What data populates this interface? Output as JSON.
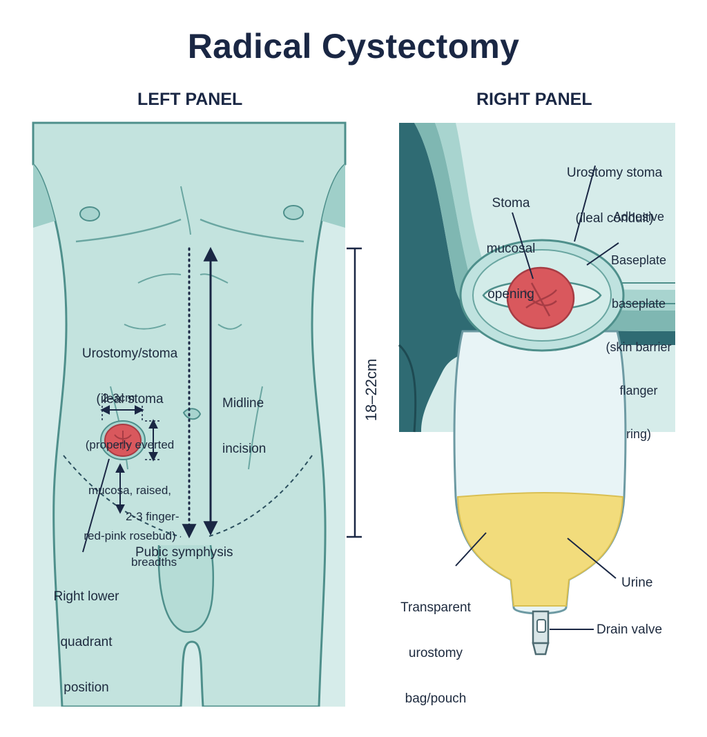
{
  "title": "Radical Cystectomy",
  "left_panel": {
    "heading": "LEFT PANEL",
    "stoma_label": [
      "Urostomy/stoma",
      "(ileal stoma",
      "(properly everted",
      "mucosa, raised,",
      "red-pink rosebud)"
    ],
    "stoma_size": "2-3cm",
    "midline_label": [
      "Midline",
      "incision"
    ],
    "finger_label": [
      "2-3 finger-",
      "breadths"
    ],
    "pubic_label": "Pubic symphysis",
    "quadrant_label": [
      "Right lower",
      "quadrant",
      "position"
    ],
    "incision_length": "18–22cm"
  },
  "right_panel": {
    "heading": "RIGHT PANEL",
    "stoma_label": [
      "Urostomy stoma",
      "(ileal conduit)"
    ],
    "opening_label": [
      "Stoma",
      "mucosal",
      "opening"
    ],
    "baseplate_label": [
      "Adhesive",
      "Baseplate",
      "baseplate",
      "(skin barrier",
      "flanger",
      "ring)"
    ],
    "bag_label": [
      "Transparent",
      "urostomy",
      "bag/pouch"
    ],
    "urine_label": "Urine",
    "drain_label": "Drain valve"
  },
  "colors": {
    "skin": "#c7e6e1",
    "skin_outline": "#4e8f8b",
    "stoma": "#d9585d",
    "urine": "#f2dc7c",
    "navy": "#1a2744"
  }
}
